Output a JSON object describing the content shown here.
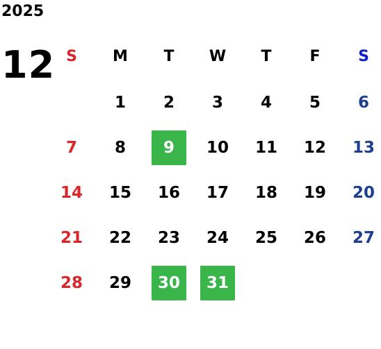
{
  "header": {
    "year": "2025",
    "month": "12"
  },
  "colors": {
    "text": "#000000",
    "sunday": "#d8262b",
    "saturday_heading": "#1020cc",
    "saturday_date": "#1d3f8f",
    "highlight_bg": "#39b54a",
    "highlight_text": "#ffffff"
  },
  "weekdays": [
    "S",
    "M",
    "T",
    "W",
    "T",
    "F",
    "S"
  ],
  "weeks": [
    [
      "",
      "1",
      "2",
      "3",
      "4",
      "5",
      "6"
    ],
    [
      "7",
      "8",
      "9",
      "10",
      "11",
      "12",
      "13"
    ],
    [
      "14",
      "15",
      "16",
      "17",
      "18",
      "19",
      "20"
    ],
    [
      "21",
      "22",
      "23",
      "24",
      "25",
      "26",
      "27"
    ],
    [
      "28",
      "29",
      "30",
      "31",
      "",
      "",
      ""
    ]
  ],
  "highlighted_days": [
    "9",
    "30",
    "31"
  ]
}
